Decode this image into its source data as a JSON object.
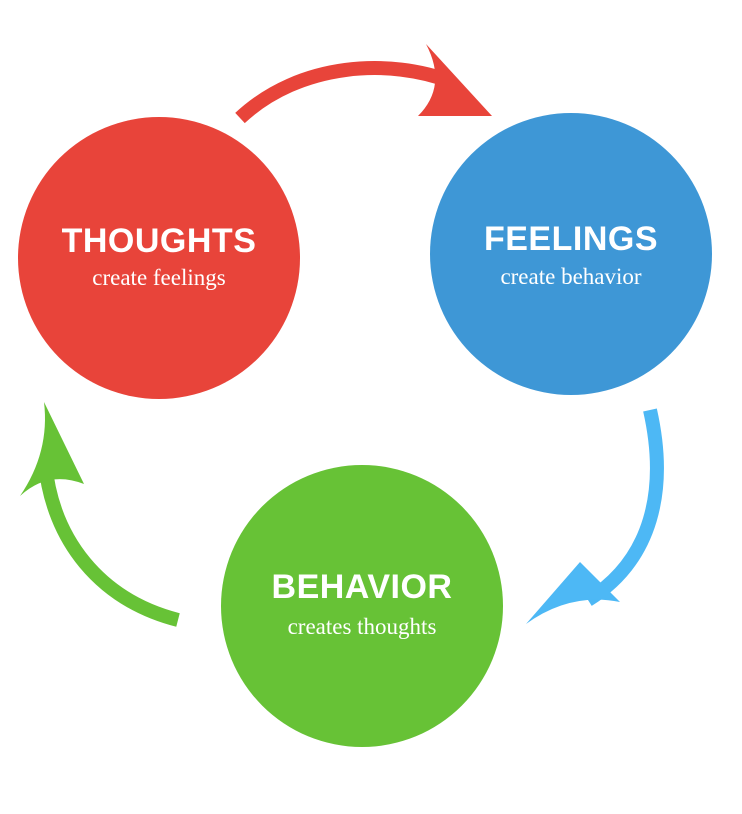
{
  "colors": {
    "thoughts": "#E8443A",
    "feelings": "#3E97D6",
    "feelings_arrow": "#4DB8F5",
    "behavior": "#67C236",
    "background": "#FFFFFF"
  },
  "nodes": {
    "thoughts": {
      "title": "THOUGHTS",
      "subtitle": "create feelings"
    },
    "feelings": {
      "title": "FEELINGS",
      "subtitle": "create behavior"
    },
    "behavior": {
      "title": "BEHAVIOR",
      "subtitle": "creates thoughts"
    }
  }
}
